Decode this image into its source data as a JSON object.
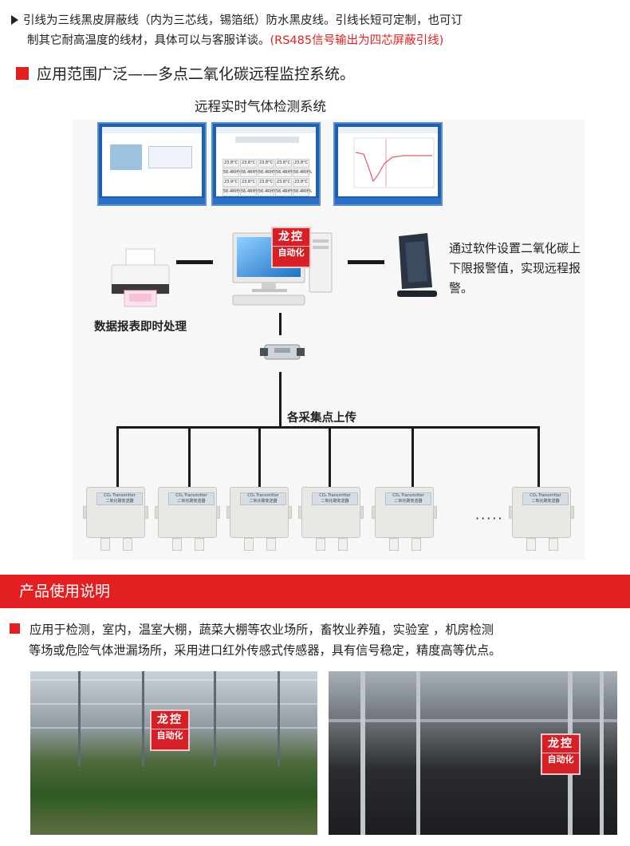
{
  "intro": {
    "line1": "引线为三线黑皮屏蔽线（内为三芯线，锡箔纸）防水黑皮线。引线长短可定制，也可订",
    "line2_plain": "制其它耐高温度的线材，具体可以与客服详谈。",
    "line2_red": "(RS485信号输出为四芯屏蔽引线)"
  },
  "section1": {
    "title": "应用范围广泛——多点二氧化碳远程监控系统。"
  },
  "diagram": {
    "title": "远程实时气体检测系统",
    "screen_cells": [
      "23.8°C",
      "23.8°C",
      "23.8°C",
      "23.8°C",
      "23.8°C",
      "56.4RH%",
      "56.4RH%",
      "56.4RH%",
      "56.4RH%",
      "56.4RH%",
      "23.9°C",
      "23.8°C",
      "23.8°C",
      "23.8°C",
      "23.8°C",
      "56.4RH%",
      "56.4RH%",
      "56.4RH%",
      "56.4RH%",
      "56.4RH%"
    ],
    "logo_top": "龙控",
    "logo_bottom": "自动化",
    "printer_label": "数据报表即时处理",
    "alarm_text": "通过软件设置二氧化碳上下限报警值，实现远程报警。",
    "collect_label": "各采集点上传",
    "device_plate": "CO₂ Transmitter",
    "device_sub": "二氧化碳变送器",
    "more": "·····"
  },
  "banner": {
    "title": "产品使用说明"
  },
  "usage": {
    "line1": "应用于检测，室内，温室大棚，蔬菜大棚等农业场所，畜牧业养殖，实验室 ，机房检测",
    "line2": "等场或危险气体泄漏场所，采用进口红外传感式传感器，具有信号稳定，精度高等优点。"
  },
  "colors": {
    "accent": "#e41f22",
    "logo": "#d62028"
  }
}
